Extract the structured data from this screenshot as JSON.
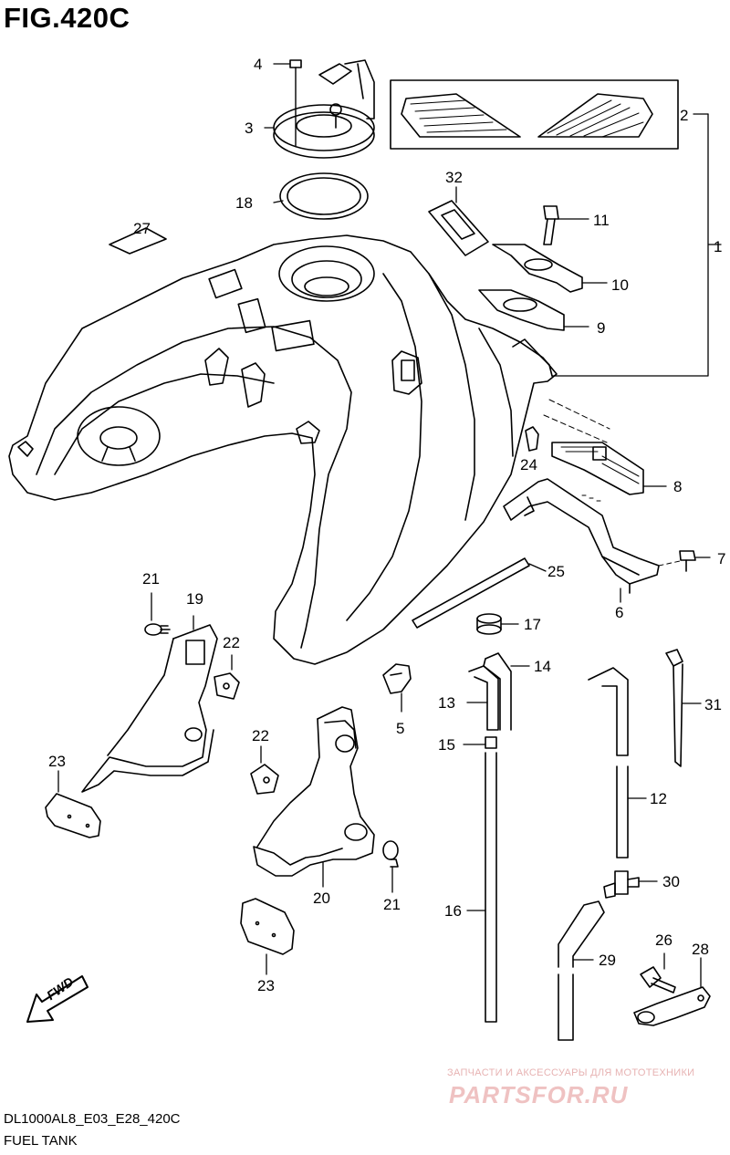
{
  "figure": {
    "title": "FIG.420C",
    "model_code": "DL1000AL8_E03_E28_420C",
    "subtitle": "FUEL TANK",
    "fwd_label": "FWD"
  },
  "watermark": {
    "line1": "ЗАПЧАСТИ И АКСЕССУАРЫ ДЛЯ МОТОТЕХНИКИ",
    "line2": "PARTSFOR.RU"
  },
  "callouts": {
    "c1": "1",
    "c2": "2",
    "c3": "3",
    "c4": "4",
    "c5": "5",
    "c6": "6",
    "c7": "7",
    "c8": "8",
    "c9": "9",
    "c10": "10",
    "c11": "11",
    "c12": "12",
    "c13": "13",
    "c14": "14",
    "c15": "15",
    "c16": "16",
    "c17": "17",
    "c19": "19",
    "c18": "18",
    "c20": "20",
    "c21a": "21",
    "c21b": "21",
    "c22a": "22",
    "c22b": "22",
    "c23a": "23",
    "c23b": "23",
    "c24": "24",
    "c25": "25",
    "c26": "26",
    "c27": "27",
    "c28": "28",
    "c29": "29",
    "c30": "30",
    "c31": "31",
    "c32": "32"
  }
}
